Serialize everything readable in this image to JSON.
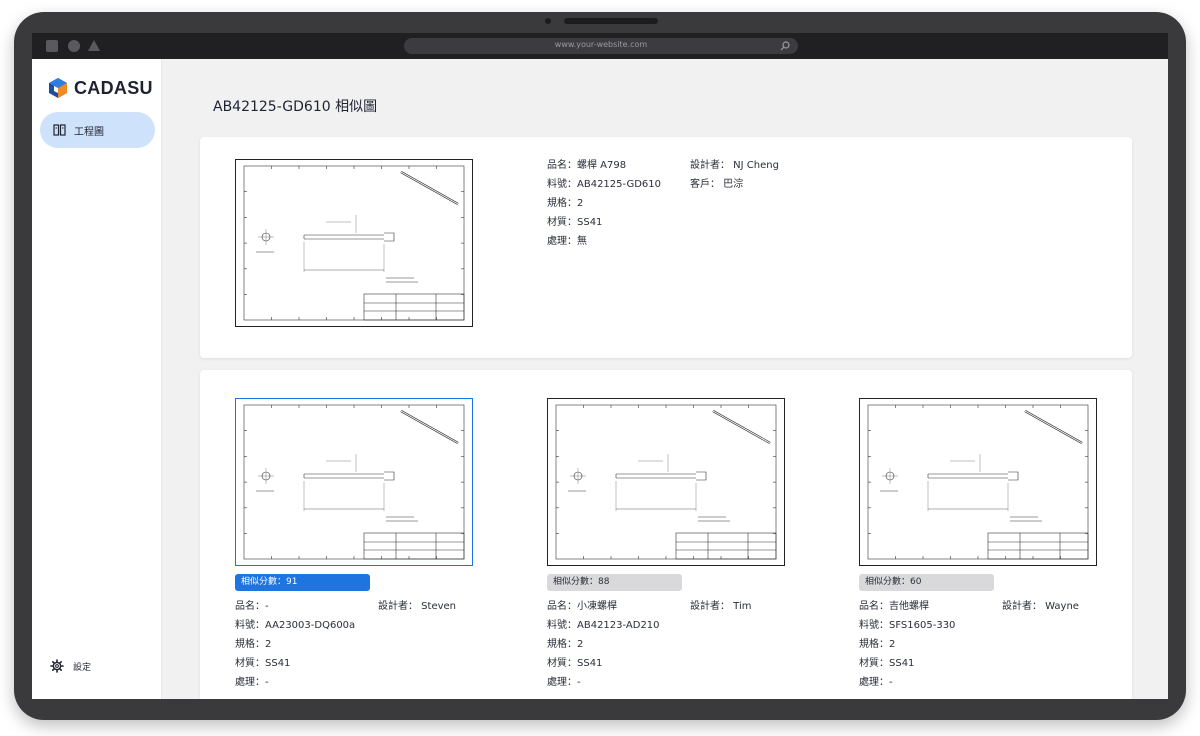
{
  "browser": {
    "url": "www.your-website.com"
  },
  "sidebar": {
    "logo": "CADASU",
    "nav_items": [
      {
        "label": "工程圖"
      }
    ],
    "settings_label": "設定"
  },
  "page": {
    "title": "AB42125-GD610 相似圖"
  },
  "query": {
    "name": "品名：螺桿 A798",
    "part_no": "料號：AB42125-GD610",
    "spec": "規格：2",
    "material": "材質：SS41",
    "treatment": "處理：無",
    "designer": "設計者： NJ Cheng",
    "customer": "客戶： 巴淙"
  },
  "results": [
    {
      "score": "相似分數：91",
      "name": "品名：-",
      "designer": "設計者： Steven",
      "part_no": "料號：AA23003-DQ600a",
      "spec": "規格：2",
      "material": "材質：SS41",
      "treatment": "處理：-",
      "selected": true
    },
    {
      "score": "相似分數：88",
      "name": "品名：小凍螺桿",
      "designer": "設計者： Tim",
      "part_no": "料號：AB42123-AD210",
      "spec": "規格：2",
      "material": "材質：SS41",
      "treatment": "處理：-",
      "selected": false
    },
    {
      "score": "相似分數：60",
      "name": "品名：吉他螺桿",
      "designer": "設計者： Wayne",
      "part_no": "料號：SFS1605-330",
      "spec": "規格：2",
      "material": "材質：SS41",
      "treatment": "處理：-",
      "selected": false
    }
  ],
  "colors": {
    "accent": "#1e74e0",
    "nav_active": "#cfe2fb",
    "score_idle": "#d9d9dc"
  }
}
